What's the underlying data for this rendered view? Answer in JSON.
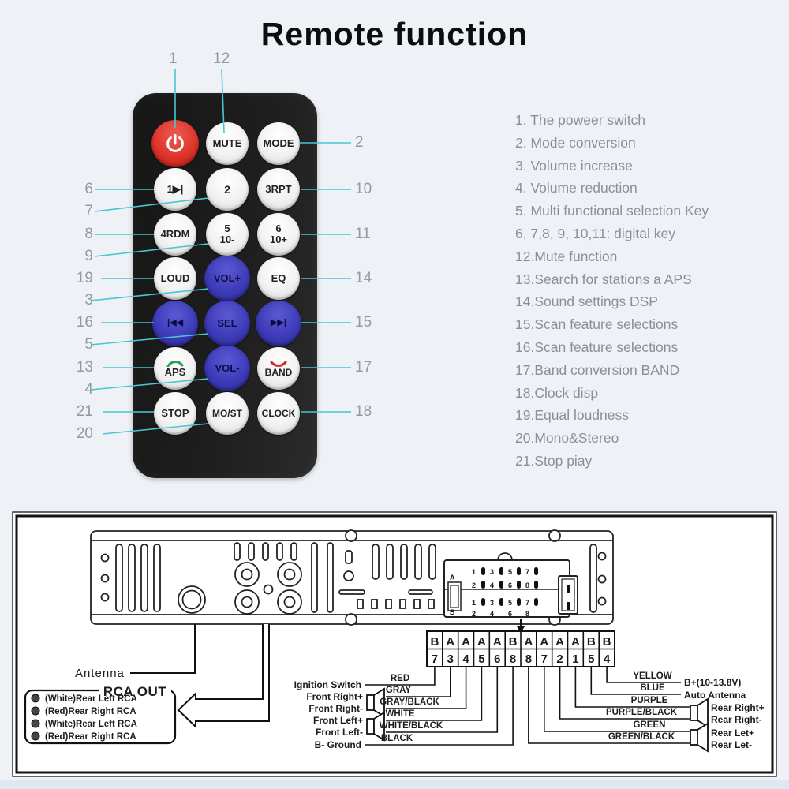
{
  "title": "Remote function",
  "colors": {
    "accent_teal": "#49c6d2",
    "remote_body": "#1d1d1f",
    "button_blue": "#3d3bb8",
    "button_red": "#d6302a",
    "callout_gray": "#939aa4",
    "list_gray": "#8a9099"
  },
  "remote": {
    "buttons": [
      {
        "id": "power",
        "label": "",
        "style": "red",
        "icon": "power-icon"
      },
      {
        "id": "mute",
        "label": "MUTE",
        "style": "white"
      },
      {
        "id": "mode",
        "label": "MODE",
        "style": "white"
      },
      {
        "id": "play-pause",
        "label": "1▶|",
        "style": "white"
      },
      {
        "id": "two",
        "label": "2",
        "style": "white"
      },
      {
        "id": "rpt",
        "label": "3RPT",
        "style": "white"
      },
      {
        "id": "rdm",
        "label": "4RDM",
        "style": "white"
      },
      {
        "id": "five",
        "label": "5",
        "sub": "10-",
        "style": "white"
      },
      {
        "id": "six",
        "label": "6",
        "sub": "10+",
        "style": "white"
      },
      {
        "id": "loud",
        "label": "LOUD",
        "style": "white"
      },
      {
        "id": "vol-up",
        "label": "VOL+",
        "style": "blue"
      },
      {
        "id": "eq",
        "label": "EQ",
        "style": "white"
      },
      {
        "id": "prev",
        "label": "|◀◀",
        "style": "blue"
      },
      {
        "id": "sel",
        "label": "SEL",
        "style": "blue"
      },
      {
        "id": "next",
        "label": "▶▶|",
        "style": "blue"
      },
      {
        "id": "aps",
        "label": "APS",
        "style": "white",
        "icon": "phone-pickup-icon"
      },
      {
        "id": "vol-down",
        "label": "VOL-",
        "style": "blue"
      },
      {
        "id": "band",
        "label": "BAND",
        "style": "white",
        "icon": "phone-hangup-icon"
      },
      {
        "id": "stop",
        "label": "STOP",
        "style": "white"
      },
      {
        "id": "most",
        "label": "MO/ST",
        "style": "white"
      },
      {
        "id": "clock",
        "label": "CLOCK",
        "style": "white"
      }
    ]
  },
  "callouts": {
    "top": [
      "1",
      "12"
    ],
    "left": [
      "6",
      "7",
      "8",
      "9",
      "19",
      "3",
      "16",
      "5",
      "13",
      "4",
      "21",
      "20"
    ],
    "right": [
      "2",
      "10",
      "11",
      "14",
      "15",
      "17",
      "18"
    ]
  },
  "functions": [
    "1. The poweer switch",
    "2. Mode conversion",
    "3. Volume increase",
    "4. Volume reduction",
    "5. Multi functional selection Key",
    "6, 7,8, 9, 10,11: digital key",
    "12.Mute function",
    "13.Search for stations a APS",
    "14.Sound settings DSP",
    "15.Scan feature selections",
    "16.Scan feature selections",
    "17.Band conversion BAND",
    "18.Clock disp",
    "19.Equal loudness",
    "20.Mono&Stereo",
    "21.Stop piay"
  ],
  "wiring": {
    "antenna_label": "Antenna",
    "rca_out": {
      "title": "RCA OUT",
      "items": [
        "(White)Rear Left RCA",
        "(Red)Rear Right RCA",
        "(White)Rear Left RCA",
        "(Red)Rear Right RCA"
      ]
    },
    "connector": {
      "a_label": "A",
      "b_label": "B",
      "odd_pins": [
        "1",
        "3",
        "5",
        "7"
      ],
      "even_pins": [
        "2",
        "4",
        "6",
        "8"
      ]
    },
    "pin_table": {
      "letters": [
        "B",
        "A",
        "A",
        "A",
        "A",
        "B",
        "A",
        "A",
        "A",
        "A",
        "B",
        "B"
      ],
      "numbers": [
        "7",
        "3",
        "4",
        "5",
        "6",
        "8",
        "8",
        "7",
        "2",
        "1",
        "5",
        "4"
      ]
    },
    "left_labels": [
      "Ignition Switch",
      "Front Right+",
      "Front Right-",
      "Front Left+",
      "Front Left-",
      "B- Ground"
    ],
    "left_wires": [
      "RED",
      "GRAY",
      "GRAY/BLACK",
      "WHITE",
      "WHITE/BLACK",
      "BLACK"
    ],
    "right_wires": [
      "YELLOW",
      "BLUE",
      "PURPLE",
      "PURPLE/BLACK",
      "GREEN",
      "GREEN/BLACK"
    ],
    "right_labels": [
      "B+(10-13.8V)",
      "Auto Antenna",
      "Rear Right+",
      "Rear Right-",
      "Rear Let+",
      "Rear Let-"
    ]
  }
}
